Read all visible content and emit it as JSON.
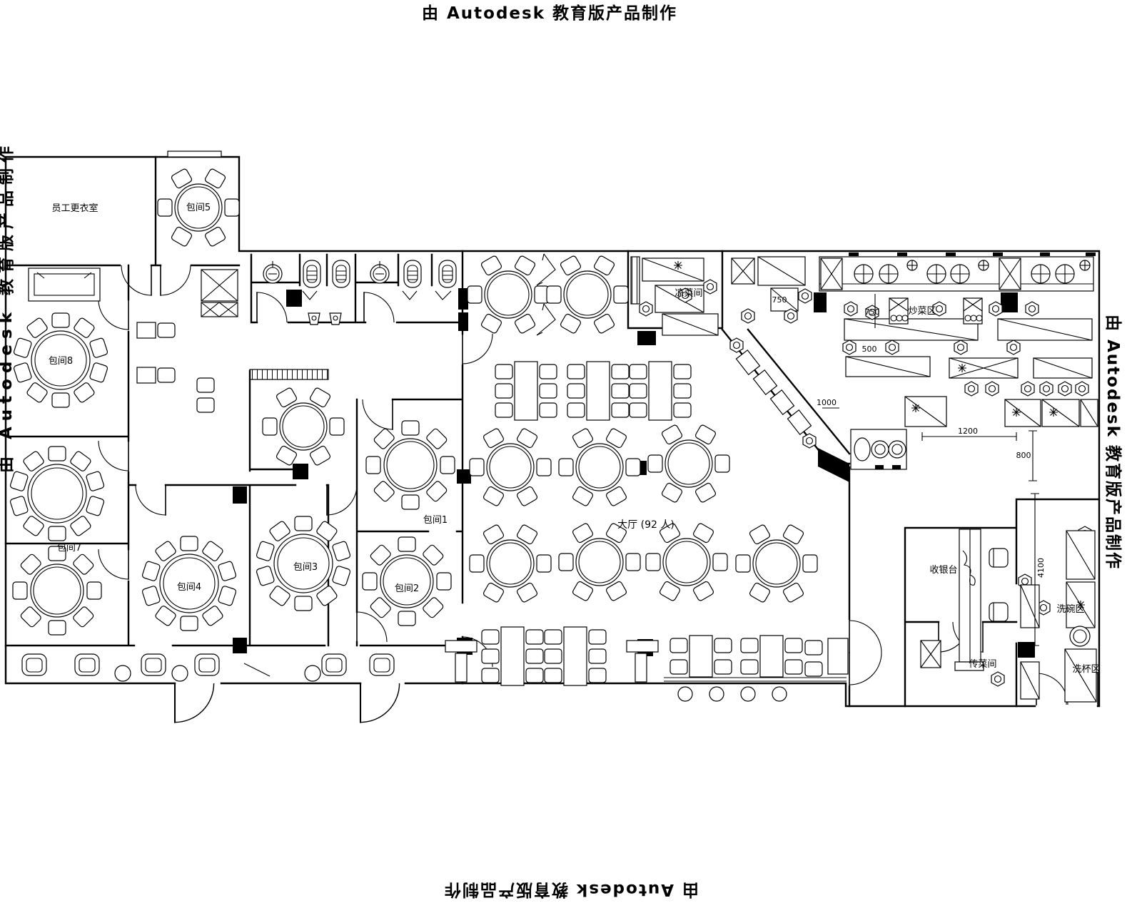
{
  "watermark": {
    "text": "由 Autodesk 教育版产品制作"
  },
  "labels": {
    "staff_locker": "员工更衣室",
    "private_room_5": "包间5",
    "private_room_8": "包间8",
    "private_room_7": "包间7",
    "private_room_4": "包间4",
    "private_room_3": "包间3",
    "private_room_2": "包间2",
    "private_room_1": "包间1",
    "main_hall": "大厅 (92 人)",
    "cold_dish_room": "凉菜间",
    "stir_fry_area": "炒菜区",
    "cashier": "收银台",
    "food_pass_room": "传菜间",
    "dish_washing_area": "洗碗区",
    "cup_washing_area": "洗杯区"
  },
  "dimensions": {
    "dim_750_a": "750",
    "dim_750_b": "750",
    "dim_500": "500",
    "dim_1000": "1000",
    "dim_1200": "1200",
    "dim_800": "800",
    "dim_4100": "4100"
  },
  "colors": {
    "line": "#000000",
    "background": "#ffffff"
  }
}
